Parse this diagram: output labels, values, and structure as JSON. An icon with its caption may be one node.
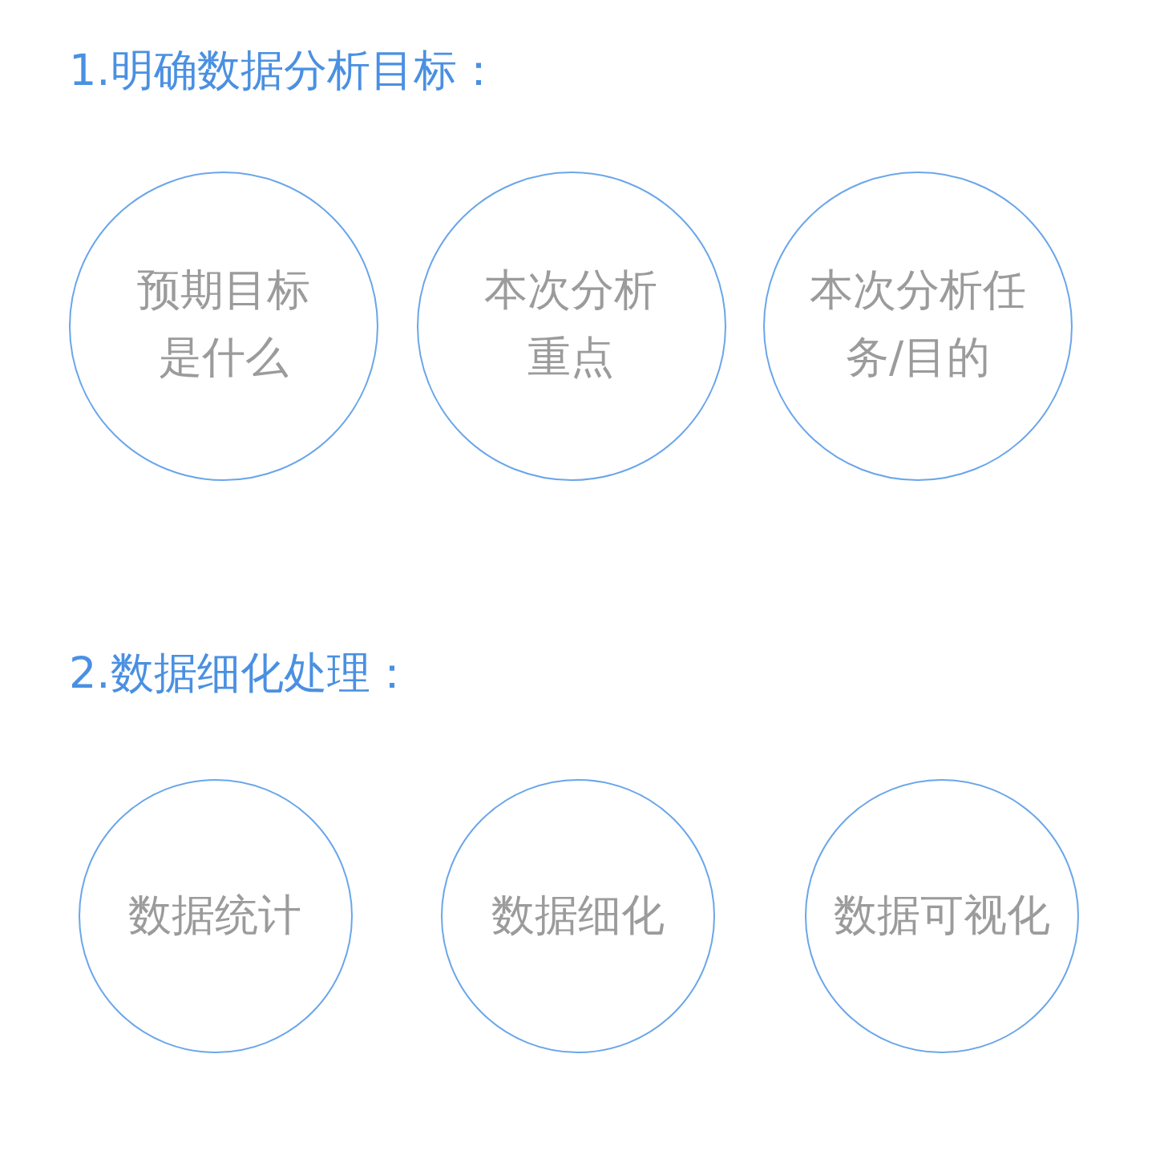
{
  "diagram": {
    "nodes": [
      {
        "text": [
          "预期目标是什么"
        ]
      },
      {
        "text": [
          "本次分析重点"
        ]
      },
      {
        "text": [
          "本次分析任务/目的"
        ]
      },
      {
        "text": [
          "数据统计"
        ]
      },
      {
        "text": [
          "数据细化"
        ]
      },
      {
        "text": [
          "数据可视化"
        ]
      }
    ],
    "labels": [
      "1.明确数据分析目标：",
      "2.数据细化处理："
    ]
  }
}
